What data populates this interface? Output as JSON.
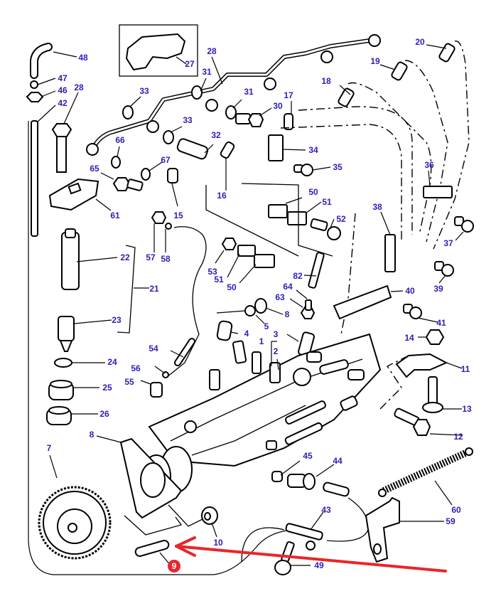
{
  "diagram": {
    "title": "Fuel injection pump exploded parts diagram",
    "callout_color": "#2b1fb5",
    "highlight_color": "#e8262b",
    "highlighted_part": "9",
    "arrow_direction": "points-to-part-9"
  },
  "callouts": [
    {
      "id": "48",
      "label": "48"
    },
    {
      "id": "47",
      "label": "47"
    },
    {
      "id": "46",
      "label": "46"
    },
    {
      "id": "42",
      "label": "42"
    },
    {
      "id": "28a",
      "label": "28"
    },
    {
      "id": "27",
      "label": "27"
    },
    {
      "id": "28b",
      "label": "28"
    },
    {
      "id": "31a",
      "label": "31"
    },
    {
      "id": "33a",
      "label": "33"
    },
    {
      "id": "31b",
      "label": "31"
    },
    {
      "id": "30",
      "label": "30"
    },
    {
      "id": "33b",
      "label": "33"
    },
    {
      "id": "32",
      "label": "32"
    },
    {
      "id": "66",
      "label": "66"
    },
    {
      "id": "67",
      "label": "67"
    },
    {
      "id": "65",
      "label": "65"
    },
    {
      "id": "16",
      "label": "16"
    },
    {
      "id": "15",
      "label": "15"
    },
    {
      "id": "61",
      "label": "61"
    },
    {
      "id": "17",
      "label": "17"
    },
    {
      "id": "18",
      "label": "18"
    },
    {
      "id": "19",
      "label": "19"
    },
    {
      "id": "20",
      "label": "20"
    },
    {
      "id": "34",
      "label": "34"
    },
    {
      "id": "35",
      "label": "35"
    },
    {
      "id": "36",
      "label": "36"
    },
    {
      "id": "50a",
      "label": "50"
    },
    {
      "id": "51a",
      "label": "51"
    },
    {
      "id": "52",
      "label": "52"
    },
    {
      "id": "38",
      "label": "38"
    },
    {
      "id": "37",
      "label": "37"
    },
    {
      "id": "39",
      "label": "39"
    },
    {
      "id": "40",
      "label": "40"
    },
    {
      "id": "41",
      "label": "41"
    },
    {
      "id": "57",
      "label": "57"
    },
    {
      "id": "58",
      "label": "58"
    },
    {
      "id": "22",
      "label": "22"
    },
    {
      "id": "21",
      "label": "21"
    },
    {
      "id": "23",
      "label": "23"
    },
    {
      "id": "53",
      "label": "53"
    },
    {
      "id": "51b",
      "label": "51"
    },
    {
      "id": "50b",
      "label": "50"
    },
    {
      "id": "82",
      "label": "82"
    },
    {
      "id": "64",
      "label": "64"
    },
    {
      "id": "63",
      "label": "63"
    },
    {
      "id": "8a",
      "label": "8"
    },
    {
      "id": "5",
      "label": "5"
    },
    {
      "id": "4",
      "label": "4"
    },
    {
      "id": "3",
      "label": "3"
    },
    {
      "id": "1",
      "label": "1"
    },
    {
      "id": "2",
      "label": "2"
    },
    {
      "id": "14",
      "label": "14"
    },
    {
      "id": "11",
      "label": "11"
    },
    {
      "id": "54",
      "label": "54"
    },
    {
      "id": "56",
      "label": "56"
    },
    {
      "id": "55",
      "label": "55"
    },
    {
      "id": "24",
      "label": "24"
    },
    {
      "id": "25",
      "label": "25"
    },
    {
      "id": "26",
      "label": "26"
    },
    {
      "id": "13",
      "label": "13"
    },
    {
      "id": "12",
      "label": "12"
    },
    {
      "id": "8b",
      "label": "8"
    },
    {
      "id": "7",
      "label": "7"
    },
    {
      "id": "45",
      "label": "45"
    },
    {
      "id": "44",
      "label": "44"
    },
    {
      "id": "60",
      "label": "60"
    },
    {
      "id": "59",
      "label": "59"
    },
    {
      "id": "43",
      "label": "43"
    },
    {
      "id": "10",
      "label": "10"
    },
    {
      "id": "9",
      "label": "9",
      "highlighted": true
    },
    {
      "id": "49",
      "label": "49"
    }
  ]
}
